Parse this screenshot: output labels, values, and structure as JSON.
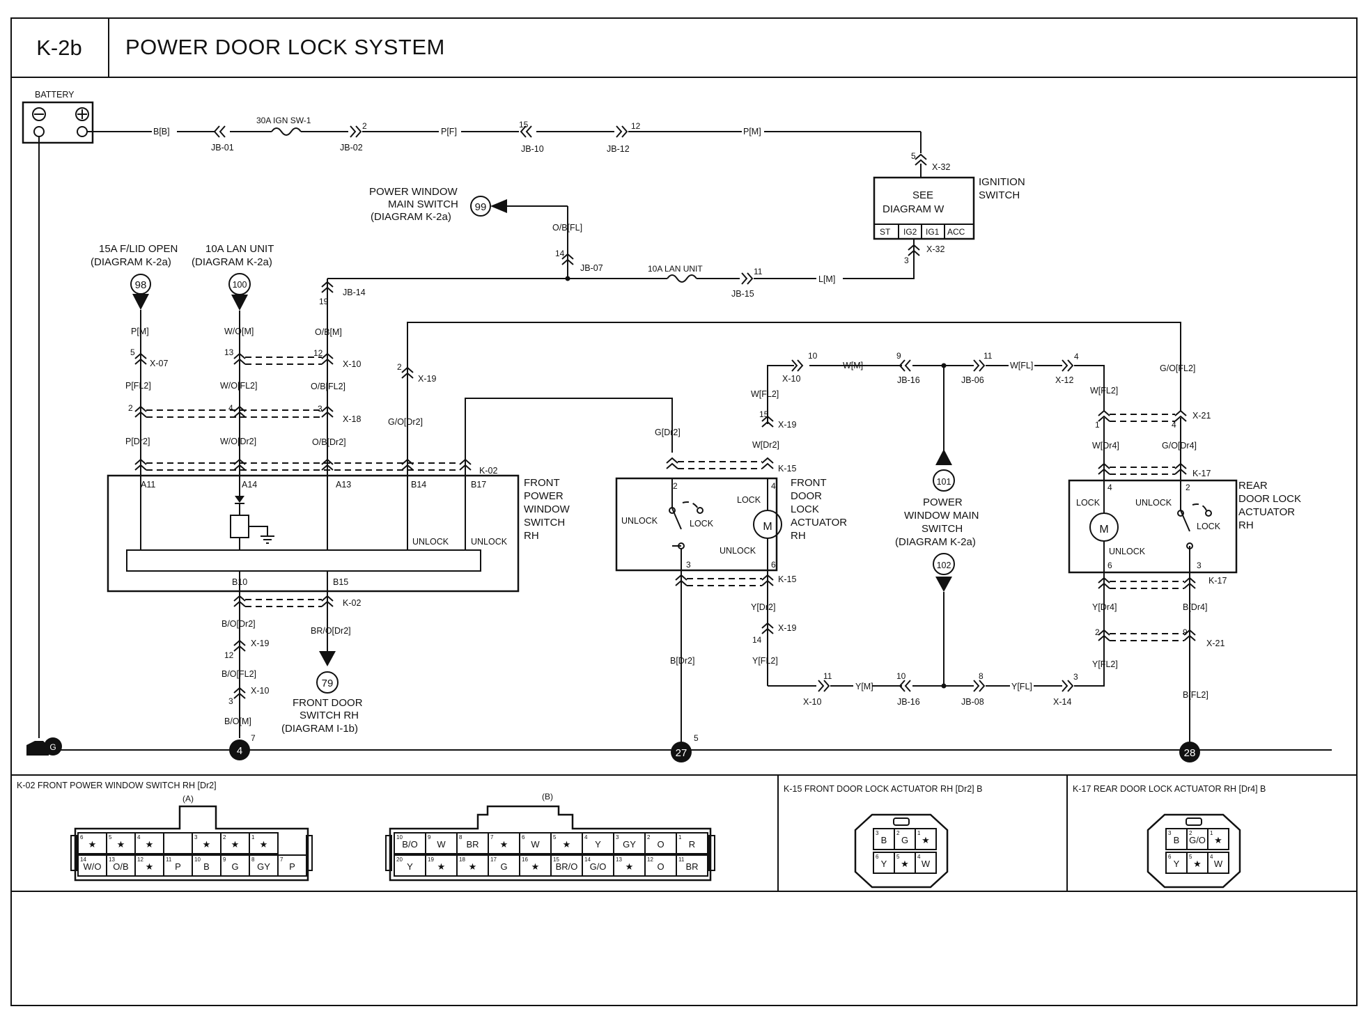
{
  "header": {
    "code": "K-2b",
    "title": "POWER DOOR LOCK SYSTEM"
  },
  "battery": {
    "label": "BATTERY"
  },
  "power_feed": {
    "wire_bb": "B[B]",
    "jb01": "JB-01",
    "fuse_30a": "30A IGN SW-1",
    "jb02_pin": "2",
    "jb02": "JB-02",
    "wire_pf": "P[F]",
    "jb10_pin": "15",
    "jb10": "JB-10",
    "jb12_pin": "12",
    "jb12": "JB-12",
    "wire_pm": "P[M]"
  },
  "ignition": {
    "x32_top_pin": "5",
    "x32_top": "X-32",
    "see": "SEE",
    "diagram": "DIAGRAM W",
    "label_1": "IGNITION",
    "label_2": "SWITCH",
    "positions": [
      "ST",
      "IG2",
      "IG1",
      "ACC"
    ],
    "x32_bot_pin": "3",
    "x32_bot": "X-32",
    "wire_lm": "L[M]"
  },
  "lan_feed": {
    "jb15_pin": "11",
    "jb15": "JB-15",
    "fuse_10a": "10A LAN UNIT",
    "jb07_pin": "14",
    "jb07": "JB-07",
    "wire_ob_fl": "O/B[FL]"
  },
  "refs": {
    "ref99": {
      "num": "99",
      "line1": "POWER WINDOW",
      "line2": "MAIN SWITCH",
      "line3": "(DIAGRAM K-2a)"
    },
    "ref98": {
      "num": "98",
      "line1": "15A F/LID OPEN",
      "line2": "(DIAGRAM K-2a)"
    },
    "ref100": {
      "num": "100",
      "line1": "10A LAN UNIT",
      "line2": "(DIAGRAM K-2a)"
    },
    "ref79": {
      "num": "79",
      "line1": "FRONT DOOR",
      "line2": "SWITCH RH",
      "line3": "(DIAGRAM I-1b)"
    },
    "ref101": {
      "num": "101"
    },
    "ref102": {
      "num": "102"
    },
    "pwms": {
      "line1": "POWER",
      "line2": "WINDOW MAIN",
      "line3": "SWITCH",
      "line4": "(DIAGRAM K-2a)"
    }
  },
  "left_wires": {
    "jb14_pin": "19",
    "jb14": "JB-14",
    "pm": "P[M]",
    "wom": "W/O[M]",
    "obm": "O/B[M]",
    "x07_pin": "5",
    "x07": "X-07",
    "x10_pin_a": "13",
    "x10_pin_b": "12",
    "x10": "X-10",
    "pfl2": "P[FL2]",
    "wofl2": "W/O[FL2]",
    "obfl2": "O/B[FL2]",
    "x18_pin_a": "2",
    "x18_pin_b": "4",
    "x18_pin_c": "3",
    "x18": "X-18",
    "pdr2": "P[Dr2]",
    "wodr2": "W/O[Dr2]",
    "obdr2": "O/B[Dr2]",
    "x19_pin": "2",
    "x19": "X-19",
    "godr2": "G/O[Dr2]",
    "k02": "K-02"
  },
  "fpws": {
    "pins": [
      "A11",
      "A14",
      "A13",
      "B14",
      "B17"
    ],
    "unlock_a": "UNLOCK",
    "unlock_b": "UNLOCK",
    "b10": "B10",
    "b15": "B15",
    "label": [
      "FRONT",
      "POWER",
      "WINDOW",
      "SWITCH",
      "RH"
    ]
  },
  "fpws_out": {
    "k02": "K-02",
    "bodr2": "B/O[Dr2]",
    "brodr2": "BR/O[Dr2]",
    "x19_pin": "12",
    "x19": "X-19",
    "bofl2": "B/O[FL2]",
    "x10_pin": "3",
    "x10": "X-10",
    "bom": "B/O[M]",
    "g4_pin": "7"
  },
  "front_actuator": {
    "gdr2": "G[Dr2]",
    "k15": "K-15",
    "pin2": "2",
    "pin4": "4",
    "pin3": "3",
    "pin6": "6",
    "unlock_l": "UNLOCK",
    "lock_sw": "LOCK",
    "lock_m": "LOCK",
    "unlock_m": "UNLOCK",
    "motor": "M",
    "label": [
      "FRONT",
      "DOOR",
      "LOCK",
      "ACTUATOR",
      "RH"
    ],
    "k15_bot": "K-15",
    "ydr2": "Y[Dr2]",
    "x19_pin": "14",
    "x19": "X-19",
    "yfl2": "Y[FL2]",
    "bdr2": "B[Dr2]",
    "g27_pin": "5",
    "x10_top_pin": "10",
    "x10_top": "X-10",
    "wfl2": "W[FL2]",
    "x19_top_pin": "15",
    "x19_top": "X-19",
    "wdr2": "W[Dr2]",
    "k15_top": "K-15"
  },
  "center": {
    "wm": "W[M]",
    "jb16_pin": "9",
    "jb16": "JB-16",
    "jb06_pin": "11",
    "jb06": "JB-06",
    "wfl": "W[FL]",
    "x12_pin": "4",
    "x12": "X-12",
    "x10b_pin": "11",
    "x10b": "X-10",
    "ym": "Y[M]",
    "jb16b_pin": "10",
    "jb16b": "JB-16",
    "jb08_pin": "8",
    "jb08": "JB-08",
    "yfl": "Y[FL]",
    "x14_pin": "3",
    "x14": "X-14"
  },
  "rear_actuator": {
    "wfl2": "W[FL2]",
    "gofl2": "G/O[FL2]",
    "x21_pin_a": "1",
    "x21_pin_b": "4",
    "x21": "X-21",
    "wdr4": "W[Dr4]",
    "godr4": "G/O[Dr4]",
    "k17": "K-17",
    "pin4": "4",
    "pin2": "2",
    "pin6": "6",
    "pin3": "3",
    "lock_m": "LOCK",
    "unlock_sw": "UNLOCK",
    "lock_sw": "LOCK",
    "unlock_m": "UNLOCK",
    "motor": "M",
    "label": [
      "REAR",
      "DOOR LOCK",
      "ACTUATOR",
      "RH"
    ],
    "k17_bot": "K-17",
    "ydr4": "Y[Dr4]",
    "bdr4": "B[Dr4]",
    "x21_pin_c": "2",
    "x21_pin_d": "9",
    "x21_bot": "X-21",
    "yfl2": "Y[FL2]",
    "bfl2": "B[FL2]"
  },
  "grounds": {
    "g": "G",
    "g4": "4",
    "g27": "27",
    "g28": "28"
  },
  "connectors": {
    "k02": {
      "title": "K-02 FRONT POWER WINDOW SWITCH RH [Dr2]",
      "a_label": "(A)",
      "a_top": [
        [
          "6",
          "★"
        ],
        [
          "5",
          "★"
        ],
        [
          "4",
          "★"
        ],
        [
          "",
          ""
        ],
        [
          "3",
          "★"
        ],
        [
          "2",
          "★"
        ],
        [
          "1",
          "★"
        ]
      ],
      "a_bot": [
        [
          "14",
          "W/O"
        ],
        [
          "13",
          "O/B"
        ],
        [
          "12",
          "★"
        ],
        [
          "11",
          "P"
        ],
        [
          "10",
          "B"
        ],
        [
          "9",
          "G"
        ],
        [
          "8",
          "GY"
        ],
        [
          "7",
          "P"
        ]
      ],
      "b_label": "(B)",
      "b_top": [
        [
          "10",
          "B/O"
        ],
        [
          "9",
          "W"
        ],
        [
          "8",
          "BR"
        ],
        [
          "7",
          "★"
        ],
        [
          "6",
          "W"
        ],
        [
          "5",
          "★"
        ],
        [
          "4",
          "Y"
        ],
        [
          "3",
          "GY"
        ],
        [
          "2",
          "O"
        ],
        [
          "1",
          "R"
        ]
      ],
      "b_bot": [
        [
          "20",
          "Y"
        ],
        [
          "19",
          "★"
        ],
        [
          "18",
          "★"
        ],
        [
          "17",
          "G"
        ],
        [
          "16",
          "★"
        ],
        [
          "15",
          "BR/O"
        ],
        [
          "14",
          "G/O"
        ],
        [
          "13",
          "★"
        ],
        [
          "12",
          "O"
        ],
        [
          "11",
          "BR"
        ]
      ]
    },
    "k15": {
      "title": "K-15 FRONT DOOR LOCK ACTUATOR RH [Dr2] B",
      "top": [
        [
          "3",
          "B"
        ],
        [
          "2",
          "G"
        ],
        [
          "1",
          "★"
        ]
      ],
      "bot": [
        [
          "6",
          "Y"
        ],
        [
          "5",
          "★"
        ],
        [
          "4",
          "W"
        ]
      ]
    },
    "k17": {
      "title": "K-17 REAR DOOR LOCK ACTUATOR RH [Dr4] B",
      "top": [
        [
          "3",
          "B"
        ],
        [
          "2",
          "G/O"
        ],
        [
          "1",
          "★"
        ]
      ],
      "bot": [
        [
          "6",
          "Y"
        ],
        [
          "5",
          "★"
        ],
        [
          "4",
          "W"
        ]
      ]
    }
  }
}
